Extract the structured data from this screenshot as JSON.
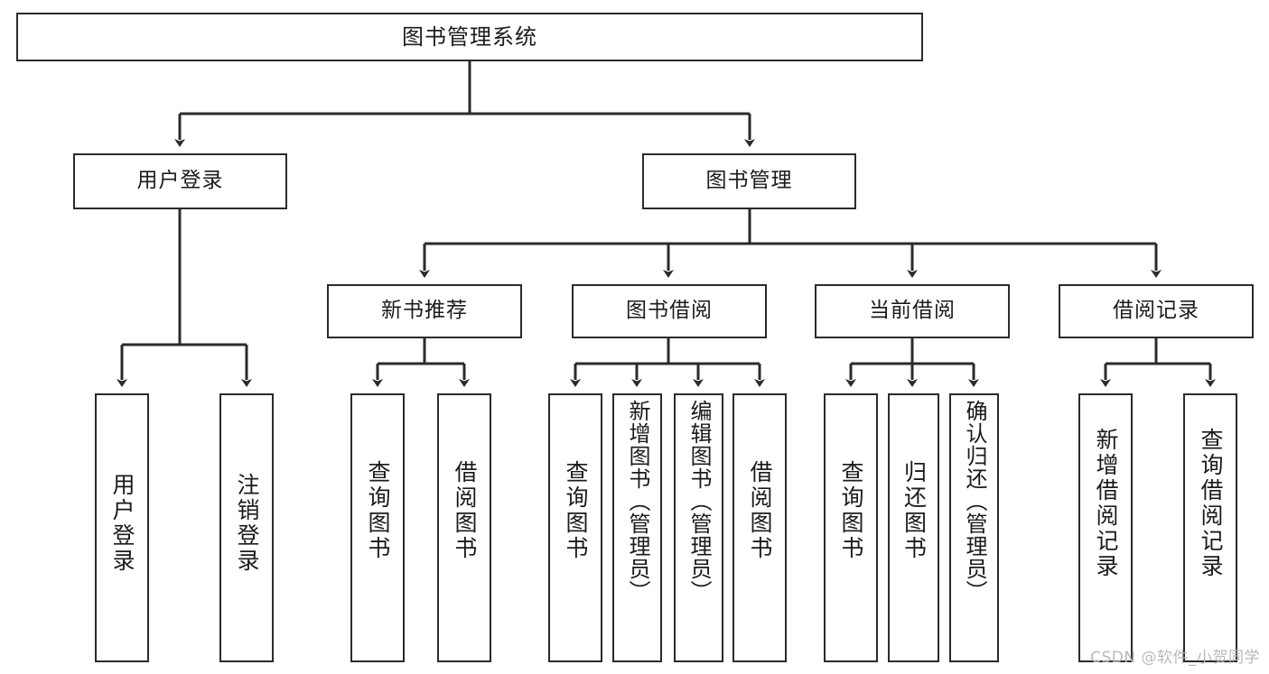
{
  "diagram": {
    "title": "图书管理系统",
    "type": "tree",
    "colors": {
      "node_border": "#2b2b2b",
      "node_fill": "#ffffff",
      "edge": "#2b2b2b",
      "text": "#1b1b1b",
      "watermark": "#b9b9b9",
      "background": "#ffffff"
    },
    "nodes": {
      "root": {
        "label": "图书管理系统",
        "orientation": "horizontal"
      },
      "level2": [
        {
          "id": "user-login",
          "label": "用户登录",
          "orientation": "horizontal"
        },
        {
          "id": "book-manage",
          "label": "图书管理",
          "orientation": "horizontal"
        }
      ],
      "level3": [
        {
          "id": "new-book-recommend",
          "label": "新书推荐",
          "orientation": "horizontal"
        },
        {
          "id": "book-borrow",
          "label": "图书借阅",
          "orientation": "horizontal"
        },
        {
          "id": "current-borrow",
          "label": "当前借阅",
          "orientation": "horizontal"
        },
        {
          "id": "borrow-record",
          "label": "借阅记录",
          "orientation": "horizontal"
        }
      ],
      "leaves": [
        {
          "id": "leaf-user-login",
          "label": "用户登录",
          "orientation": "vertical",
          "parent": "user-login"
        },
        {
          "id": "leaf-logout-login",
          "label": "注销登录",
          "orientation": "vertical",
          "parent": "user-login"
        },
        {
          "id": "leaf-query-book-1",
          "label": "查询图书",
          "orientation": "vertical",
          "parent": "new-book-recommend"
        },
        {
          "id": "leaf-borrow-book-1",
          "label": "借阅图书",
          "orientation": "vertical",
          "parent": "new-book-recommend"
        },
        {
          "id": "leaf-query-book-2",
          "label": "查询图书",
          "orientation": "vertical",
          "parent": "book-borrow"
        },
        {
          "id": "leaf-add-book",
          "label": "新增图书（管理员）",
          "orientation": "vertical",
          "parent": "book-borrow"
        },
        {
          "id": "leaf-edit-book",
          "label": "编辑图书（管理员）",
          "orientation": "vertical",
          "parent": "book-borrow"
        },
        {
          "id": "leaf-borrow-book-2",
          "label": "借阅图书",
          "orientation": "vertical",
          "parent": "book-borrow"
        },
        {
          "id": "leaf-query-book-3",
          "label": "查询图书",
          "orientation": "vertical",
          "parent": "current-borrow"
        },
        {
          "id": "leaf-return-book",
          "label": "归还图书",
          "orientation": "vertical",
          "parent": "current-borrow"
        },
        {
          "id": "leaf-confirm-return",
          "label": "确认归还（管理员）",
          "orientation": "vertical",
          "parent": "current-borrow"
        },
        {
          "id": "leaf-add-record",
          "label": "新增借阅记录",
          "orientation": "vertical",
          "parent": "borrow-record"
        },
        {
          "id": "leaf-query-record",
          "label": "查询借阅记录",
          "orientation": "vertical",
          "parent": "borrow-record"
        }
      ]
    }
  },
  "watermark": {
    "text": "CSDN @软件_小贺同学"
  }
}
